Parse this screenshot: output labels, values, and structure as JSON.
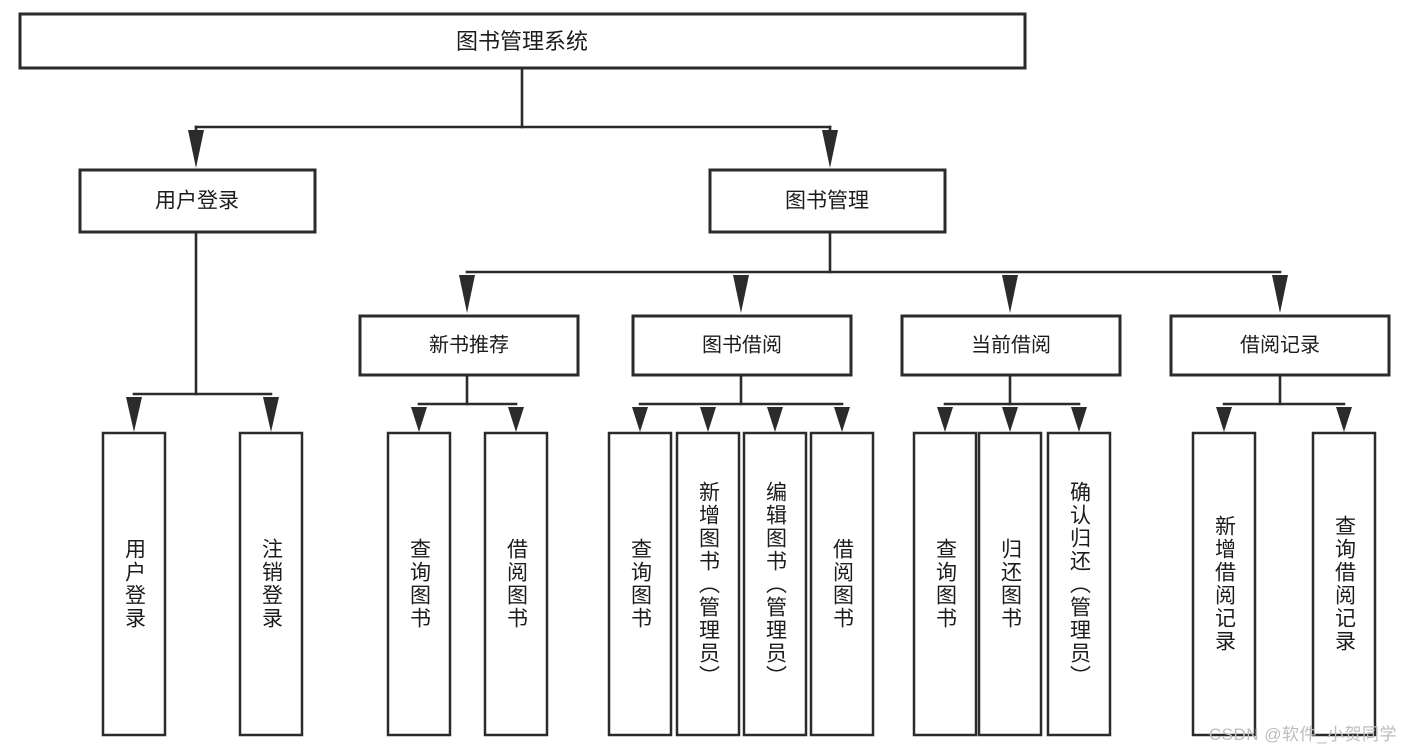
{
  "diagram": {
    "title": "图书管理系统",
    "type": "tree",
    "watermark": "CSDN @软件_小贺同学",
    "colors": {
      "box_stroke": "#2b2b2b",
      "box_fill": "#ffffff",
      "text": "#1c1c1c",
      "edge": "#2b2b2b",
      "watermark": "#bdbdbd",
      "background": "#ffffff"
    },
    "root": {
      "label": "图书管理系统"
    },
    "level2": [
      {
        "label": "用户登录"
      },
      {
        "label": "图书管理"
      }
    ],
    "level3": [
      {
        "label": "新书推荐"
      },
      {
        "label": "图书借阅"
      },
      {
        "label": "当前借阅"
      },
      {
        "label": "借阅记录"
      }
    ],
    "leaves": {
      "user_login": [
        {
          "label": "用户登录"
        },
        {
          "label": "注销登录"
        }
      ],
      "new_book_recommend": [
        {
          "label": "查询图书"
        },
        {
          "label": "借阅图书"
        }
      ],
      "book_borrow": [
        {
          "label": "查询图书"
        },
        {
          "label": "新增图书（管理员）"
        },
        {
          "label": "编辑图书（管理员）"
        },
        {
          "label": "借阅图书"
        }
      ],
      "current_borrow": [
        {
          "label": "查询图书"
        },
        {
          "label": "归还图书"
        },
        {
          "label": "确认归还（管理员）"
        }
      ],
      "borrow_record": [
        {
          "label": "新增借阅记录"
        },
        {
          "label": "查询借阅记录"
        }
      ]
    }
  }
}
